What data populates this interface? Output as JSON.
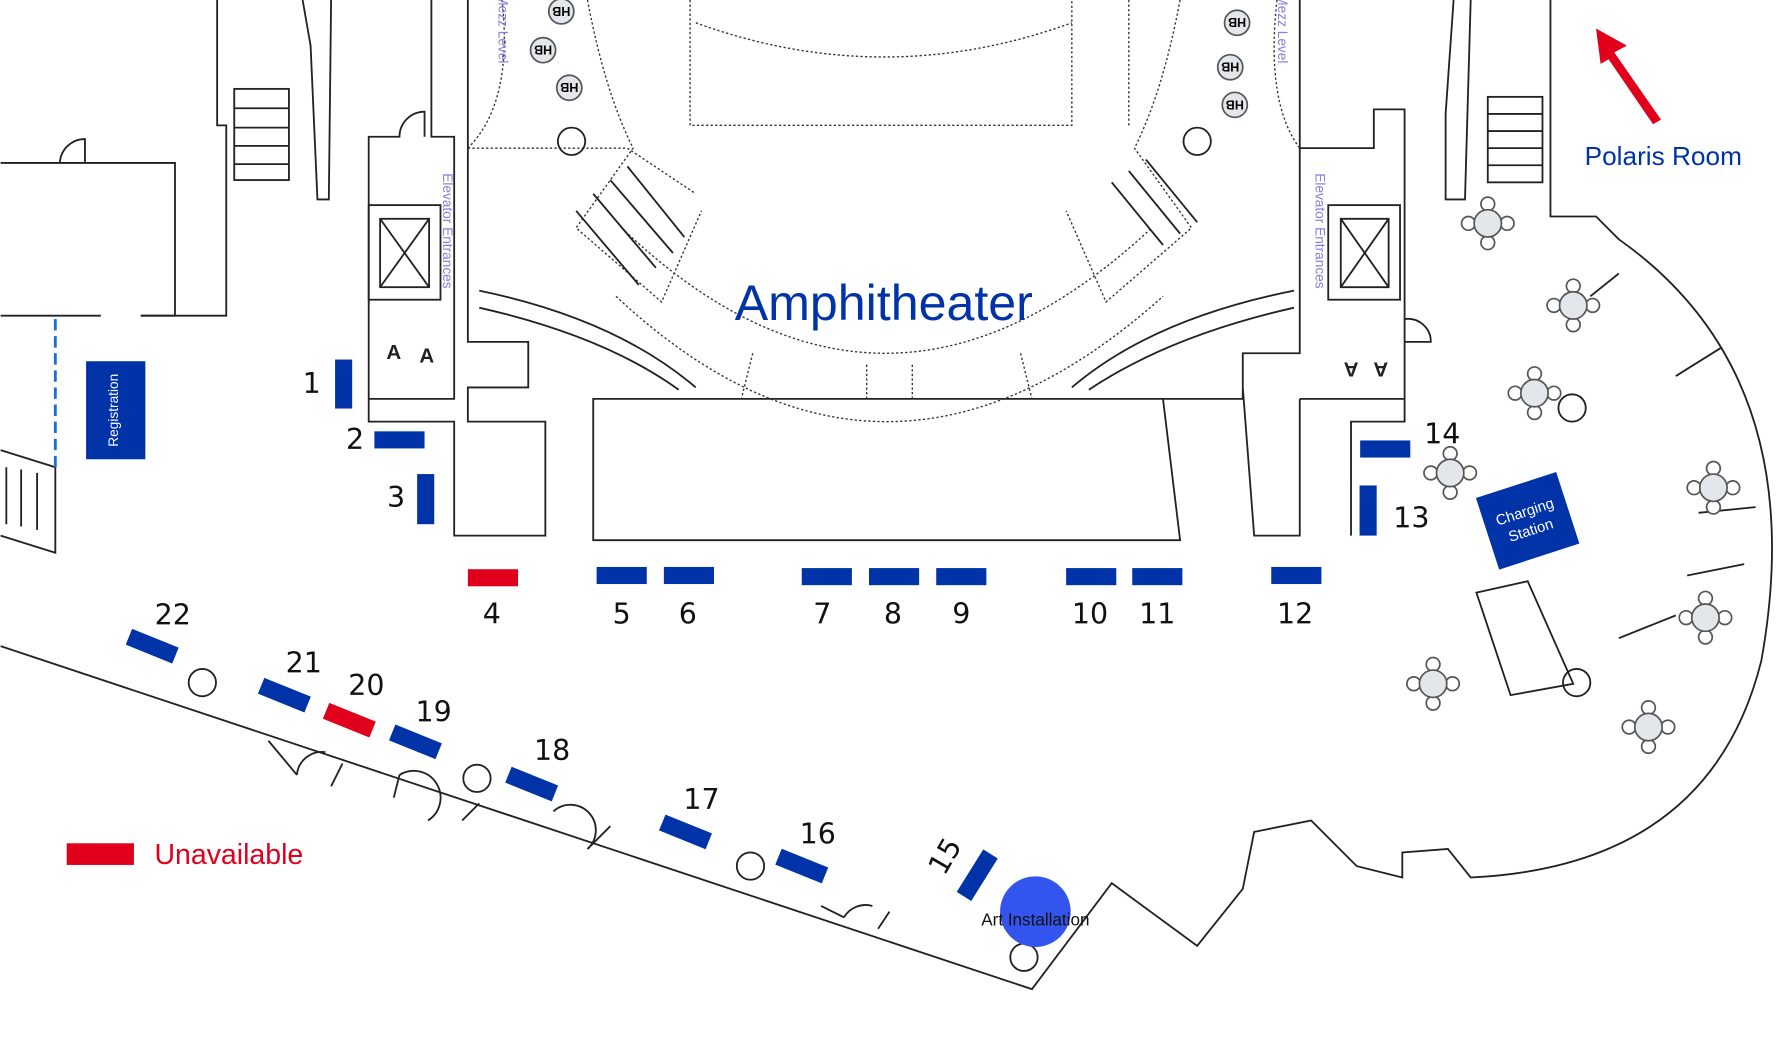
{
  "map": {
    "rooms": {
      "amphitheater": "Amphitheater",
      "polaris_room": "Polaris Room",
      "registration": "Registration",
      "charging_station_line1": "Charging",
      "charging_station_line2": "Station",
      "art_installation": "Art Installation",
      "elevator_left": "Elevator Entrances",
      "elevator_right": "Elevator Entrances",
      "mezz_left": "Mezz Level",
      "mezz_right": "Mezz Level",
      "hb_marker": "HB"
    },
    "legend": {
      "unavailable_label": "Unavailable",
      "unavailable_color": "#e0001b"
    },
    "colors": {
      "available": "#0033a8",
      "unavailable": "#e0001b",
      "label_blue": "#0033a8",
      "art_installation": "#3355ee",
      "arrow": "#e0001b",
      "elevator_text": "#8a7be0"
    },
    "booths": [
      {
        "number": "1",
        "status": "available"
      },
      {
        "number": "2",
        "status": "available"
      },
      {
        "number": "3",
        "status": "available"
      },
      {
        "number": "4",
        "status": "unavailable"
      },
      {
        "number": "5",
        "status": "available"
      },
      {
        "number": "6",
        "status": "available"
      },
      {
        "number": "7",
        "status": "available"
      },
      {
        "number": "8",
        "status": "available"
      },
      {
        "number": "9",
        "status": "available"
      },
      {
        "number": "10",
        "status": "available"
      },
      {
        "number": "11",
        "status": "available"
      },
      {
        "number": "12",
        "status": "available"
      },
      {
        "number": "13",
        "status": "available"
      },
      {
        "number": "14",
        "status": "available"
      },
      {
        "number": "15",
        "status": "available"
      },
      {
        "number": "16",
        "status": "available"
      },
      {
        "number": "17",
        "status": "available"
      },
      {
        "number": "18",
        "status": "available"
      },
      {
        "number": "19",
        "status": "available"
      },
      {
        "number": "20",
        "status": "unavailable"
      },
      {
        "number": "21",
        "status": "available"
      },
      {
        "number": "22",
        "status": "available"
      }
    ]
  }
}
